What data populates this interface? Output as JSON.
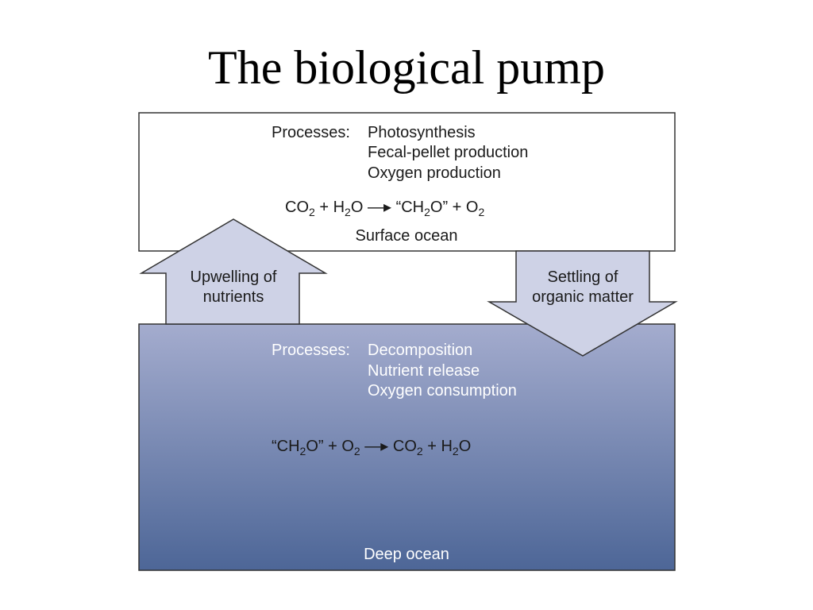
{
  "title": "The biological pump",
  "surface": {
    "processes_label": "Processes:",
    "processes": [
      "Photosynthesis",
      "Fecal-pellet production",
      "Oxygen production"
    ],
    "equation": {
      "left": [
        {
          "base": "CO",
          "sub": "2"
        },
        {
          "op": "+"
        },
        {
          "base": "H",
          "sub": "2",
          "tail": "O"
        }
      ],
      "right": [
        {
          "base": "“CH",
          "sub": "2",
          "tail": "O”"
        },
        {
          "op": "+"
        },
        {
          "base": "O",
          "sub": "2"
        }
      ]
    },
    "name": "Surface ocean"
  },
  "deep": {
    "processes_label": "Processes:",
    "processes": [
      "Decomposition",
      "Nutrient release",
      "Oxygen consumption"
    ],
    "equation": {
      "left": [
        {
          "base": "“CH",
          "sub": "2",
          "tail": "O”"
        },
        {
          "op": "+"
        },
        {
          "base": "O",
          "sub": "2"
        }
      ],
      "right": [
        {
          "base": "CO",
          "sub": "2"
        },
        {
          "op": "+"
        },
        {
          "base": "H",
          "sub": "2",
          "tail": "O"
        }
      ]
    },
    "name": "Deep ocean"
  },
  "arrows": {
    "up": [
      "Upwelling of",
      "nutrients"
    ],
    "down": [
      "Settling of",
      "organic matter"
    ]
  },
  "colors": {
    "surface_fill": "#ffffff",
    "deep_top": "#a4acce",
    "deep_bottom": "#4d6697",
    "arrow_fill": "#ced2e6",
    "stroke": "#333333"
  }
}
